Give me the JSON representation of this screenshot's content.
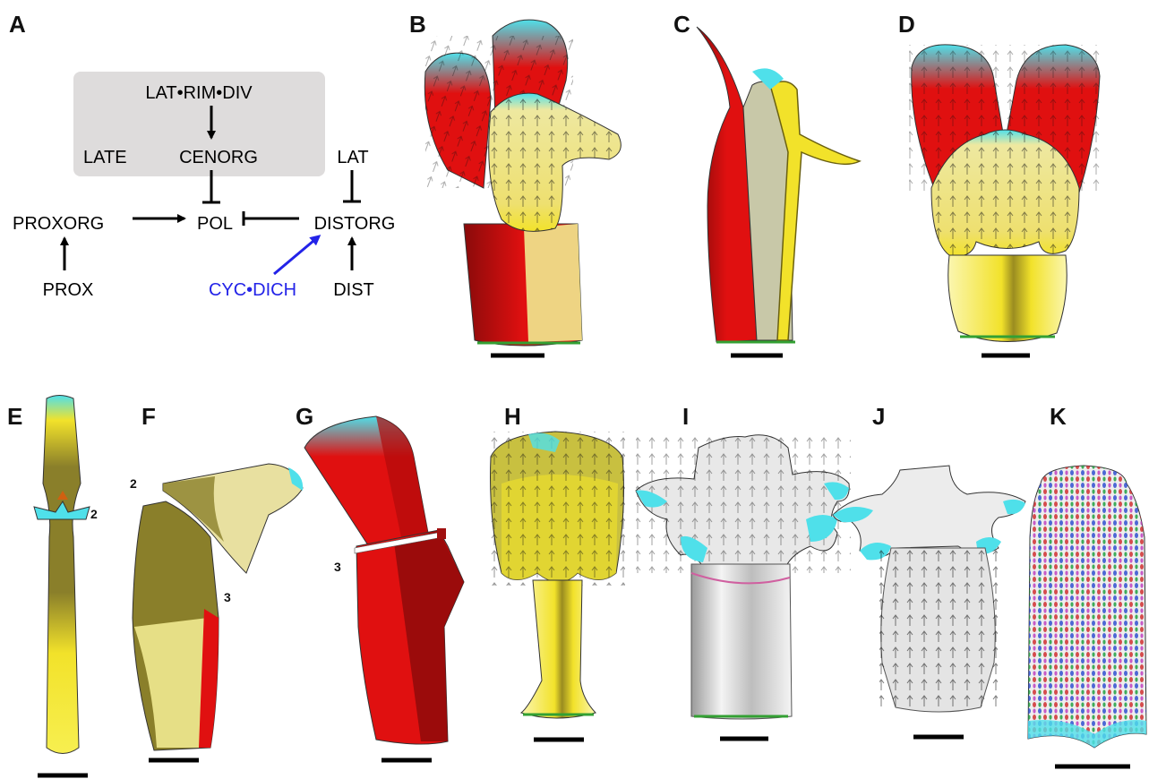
{
  "panels": {
    "A": "A",
    "B": "B",
    "C": "C",
    "D": "D",
    "E": "E",
    "F": "F",
    "G": "G",
    "H": "H",
    "I": "I",
    "J": "J",
    "K": "K"
  },
  "network": {
    "lat_rim_div": "LAT•RIM•DIV",
    "late": "LATE",
    "cenorg": "CENORG",
    "lat": "LAT",
    "proxorg": "PROXORG",
    "pol": "POL",
    "distorg": "DISTORG",
    "prox": "PROX",
    "cyc_dich": "CYC•DICH",
    "dist": "DIST"
  },
  "boundary_labels": {
    "e_2": "2",
    "f_2": "2",
    "f_3": "3",
    "g_3": "3"
  },
  "colors": {
    "red": "#e01010",
    "dark_red": "#8a0a0a",
    "yellow": "#f2e22a",
    "pale_yellow": "#eee8a0",
    "olive": "#8a7f2a",
    "cyan": "#4fe0ea",
    "grey_box": "#dedcdc",
    "blue_arrow": "#2323e8"
  },
  "icons": {
    "activation": "arrow-icon",
    "inhibition": "t-bar-icon"
  }
}
